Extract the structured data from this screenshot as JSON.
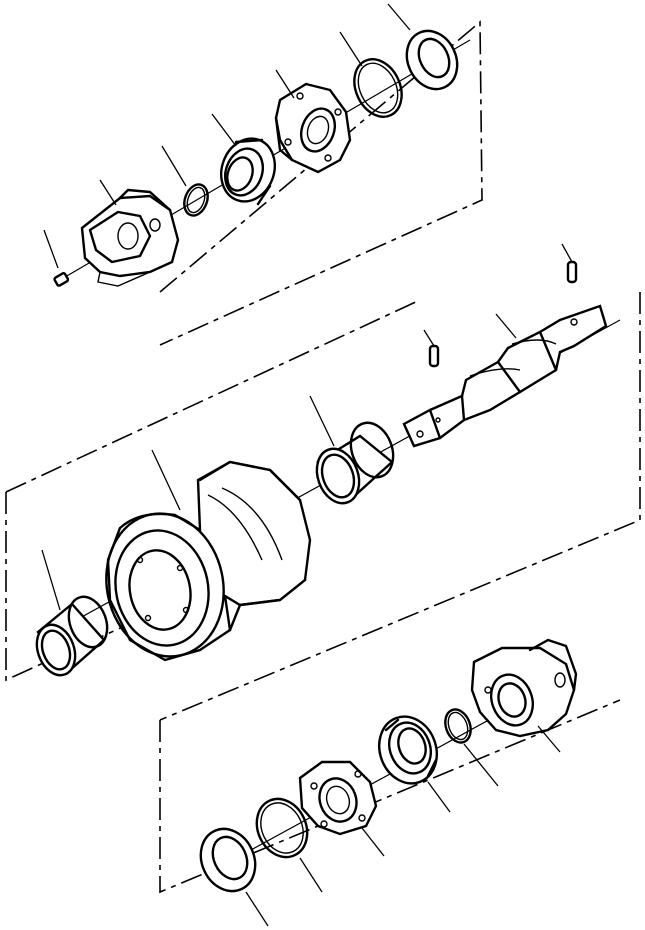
{
  "diagram": {
    "type": "exploded-parts-view",
    "callouts_labeled": false,
    "groups": [
      {
        "id": "upper-end-assembly",
        "parts": [
          "plug",
          "end-collar",
          "o-ring-small",
          "floating-seal",
          "retainer-plate",
          "o-ring-large",
          "thrust-washer"
        ]
      },
      {
        "id": "roller-center",
        "parts": [
          "bushing-left",
          "roller-shell",
          "bushing-right",
          "shaft",
          "plug-a",
          "plug-b"
        ]
      },
      {
        "id": "lower-end-assembly",
        "parts": [
          "thrust-washer",
          "o-ring-large",
          "retainer-plate",
          "floating-seal",
          "o-ring-small",
          "end-collar"
        ]
      }
    ]
  }
}
